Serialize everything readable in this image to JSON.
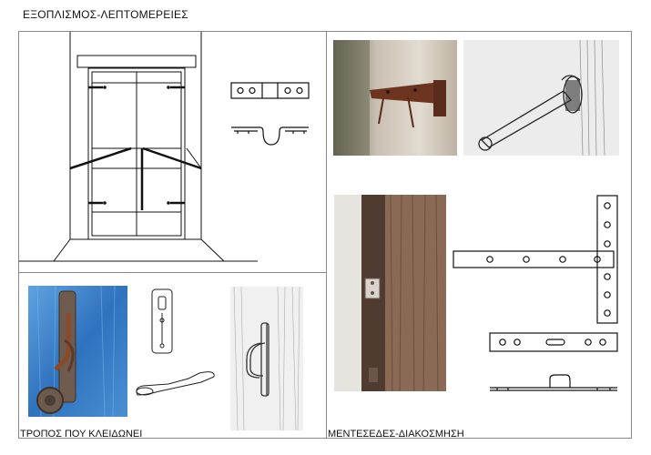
{
  "page": {
    "title": "ΕΞΟΠΛΙΣΜΟΣ-ΛΕΠΤΟΜΕΡΕΙΕΣ",
    "caption_left": "ΤΡΟΠΟΣ ΠΟΥ ΚΛΕΙΔΩΝΕΙ",
    "caption_right": "ΜΕΝΤΕΣΕΔΕΣ-ΔΙΑΚΟΣΜΗΣΗ"
  },
  "colors": {
    "line": "#111111",
    "border": "#888888",
    "blue_door": "#3d7fc4",
    "rust": "#7a3b22",
    "wood": "#8a6a55",
    "wall": "#d9d2c7"
  }
}
